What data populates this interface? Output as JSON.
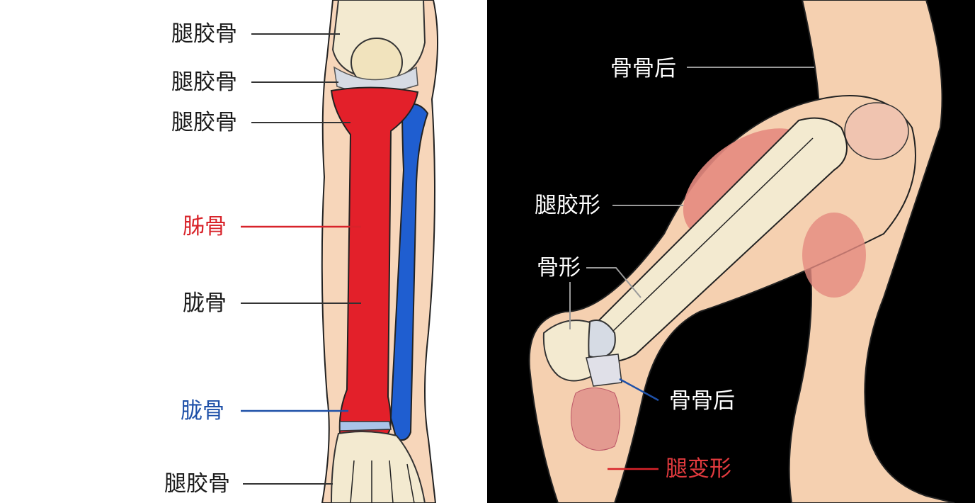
{
  "left_panel": {
    "labels": [
      "腿胶骨",
      "腿胶骨",
      "腿胶骨",
      "胏骨",
      "胧骨",
      "胧骨",
      "腿胶骨"
    ]
  },
  "right_panel": {
    "labels": [
      "骨骨后",
      "腿胶形",
      "骨形",
      "骨骨后",
      "腿变形"
    ]
  },
  "colors": {
    "red_bone": "#e3202a",
    "blue_bone": "#1f5ed0",
    "bone": "#f3ead0",
    "skin": "#f6d2b4",
    "muscle": "#e58a80"
  }
}
